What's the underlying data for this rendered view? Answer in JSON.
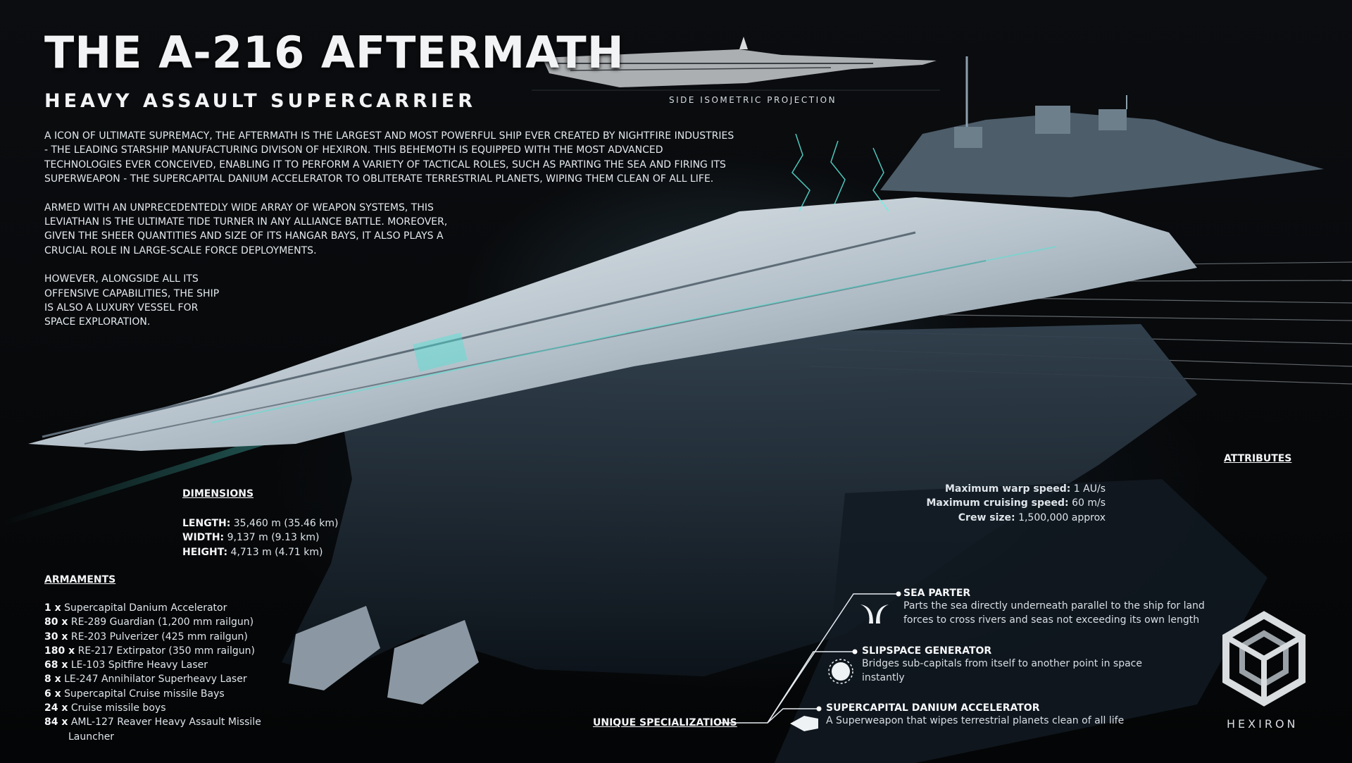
{
  "header": {
    "title": "THE A-216 AFTERMATH",
    "subtitle": "HEAVY ASSAULT SUPERCARRIER",
    "projection_caption": "SIDE ISOMETRIC PROJECTION"
  },
  "intro": {
    "p1": "A ICON OF ULTIMATE SUPREMACY, THE AFTERMATH IS THE LARGEST AND MOST POWERFUL SHIP EVER CREATED BY NIGHTFIRE INDUSTRIES - THE LEADING STARSHIP MANUFACTURING DIVISON OF HEXIRON. THIS BEHEMOTH IS EQUIPPED WITH THE MOST ADVANCED TECHNOLOGIES EVER CONCEIVED, ENABLING IT TO PERFORM A VARIETY OF TACTICAL ROLES, SUCH AS PARTING THE SEA AND FIRING ITS SUPERWEAPON - THE SUPERCAPITAL DANIUM ACCELERATOR TO OBLITERATE TERRESTRIAL PLANETS, WIPING THEM CLEAN OF ALL LIFE.",
    "p2": "ARMED WITH AN UNPRECEDENTEDLY WIDE ARRAY OF WEAPON SYSTEMS, THIS LEVIATHAN IS THE ULTIMATE TIDE TURNER IN ANY ALLIANCE BATTLE. MOREOVER, GIVEN THE SHEER QUANTITIES AND SIZE OF ITS HANGAR BAYS, IT ALSO PLAYS A CRUCIAL ROLE IN LARGE-SCALE FORCE DEPLOYMENTS.",
    "p3": "HOWEVER, ALONGSIDE ALL ITS OFFENSIVE CAPABILITIES, THE SHIP IS ALSO A LUXURY VESSEL FOR SPACE EXPLORATION."
  },
  "dimensions": {
    "heading": "DIMENSIONS",
    "rows": [
      {
        "label": "LENGTH:",
        "value": "35,460 m (35.46 km)"
      },
      {
        "label": "WIDTH:",
        "value": "9,137 m (9.13 km)"
      },
      {
        "label": "HEIGHT:",
        "value": "4,713 m (4.71 km)"
      }
    ]
  },
  "armaments": {
    "heading": "ARMAMENTS",
    "rows": [
      {
        "qty": "1 x",
        "name": "Supercapital Danium Accelerator"
      },
      {
        "qty": "80 x",
        "name": "RE-289 Guardian (1,200 mm railgun)"
      },
      {
        "qty": "30 x",
        "name": "RE-203 Pulverizer (425 mm railgun)"
      },
      {
        "qty": "180 x",
        "name": "RE-217 Extirpator (350 mm railgun)"
      },
      {
        "qty": "68 x",
        "name": "LE-103 Spitfire Heavy Laser"
      },
      {
        "qty": "8 x",
        "name": "LE-247 Annihilator Superheavy Laser"
      },
      {
        "qty": "6 x",
        "name": "Supercapital Cruise missile Bays"
      },
      {
        "qty": "24 x",
        "name": "Cruise missile boys"
      },
      {
        "qty": "84 x",
        "name": "AML-127 Reaver Heavy Assault Missile",
        "cont": "Launcher"
      }
    ]
  },
  "attributes": {
    "heading": "ATTRIBUTES",
    "rows": [
      {
        "label": "Maximum warp speed:",
        "value": "1 AU/s"
      },
      {
        "label": "Maximum cruising speed:",
        "value": "60 m/s"
      },
      {
        "label": "Crew size:",
        "value": "1,500,000 approx"
      }
    ]
  },
  "specializations": {
    "heading": "UNIQUE SPECIALIZATIONS",
    "items": [
      {
        "name": "SEA PARTER",
        "desc": "Parts the sea directly underneath parallel to the ship for land forces to cross rivers and seas not exceeding its own length",
        "icon": "sea-parter-icon"
      },
      {
        "name": "SLIPSPACE GENERATOR",
        "desc": "Bridges sub-capitals from itself to another point in space instantly",
        "icon": "slipspace-generator-icon"
      },
      {
        "name": "SUPERCAPITAL DANIUM ACCELERATOR",
        "desc": "A Superweapon that wipes terrestrial planets clean of all life",
        "icon": "danium-accelerator-icon"
      }
    ]
  },
  "brand": {
    "name": "HEXIRON",
    "logo_icon": "hexiron-logo-icon"
  },
  "colors": {
    "background": "#050607",
    "accent_cyan": "#4fe3d6",
    "hull": "#c9d3db",
    "text": "#e9eef2"
  }
}
